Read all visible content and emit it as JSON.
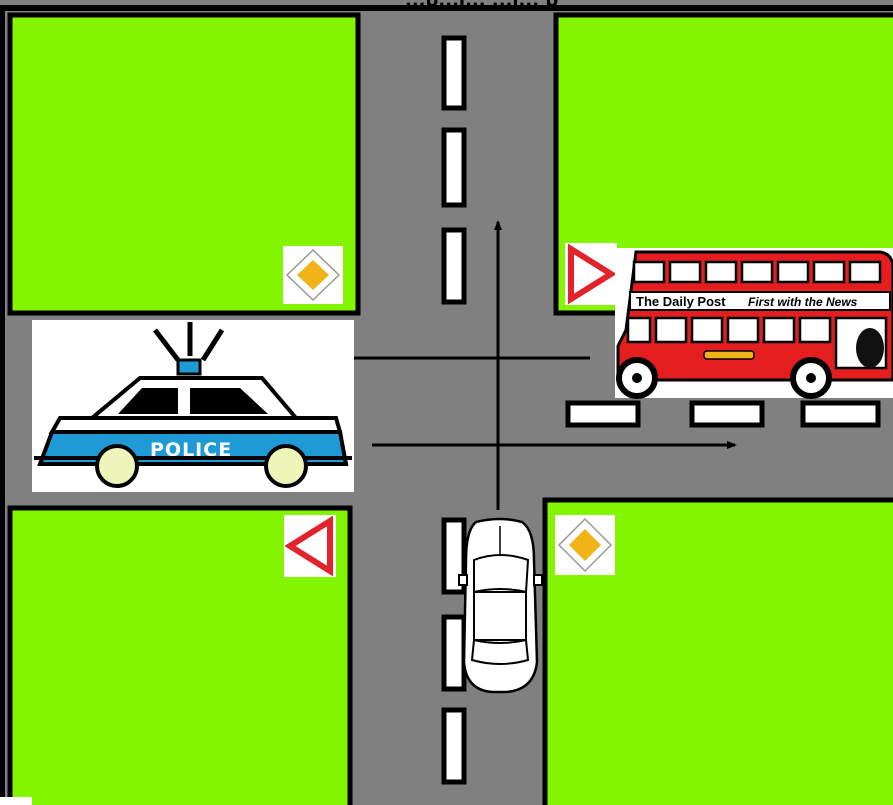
{
  "header": {
    "cropped_caption": "...p...j... ...j... p"
  },
  "vehicles": {
    "police_car": {
      "label": "POLICE",
      "direction": "west"
    },
    "bus": {
      "title": "The Daily Post",
      "slogan": "First with the News",
      "direction": "west"
    },
    "white_car": {
      "direction": "north"
    }
  },
  "signs": {
    "priority_road_top_left": "priority-road",
    "yield_top_right": "yield",
    "yield_bottom_left": "yield",
    "priority_road_bottom_right": "priority-road"
  },
  "colors": {
    "grass": "#84f500",
    "road": "#808080",
    "outline": "#000000",
    "lane_mark": "#ffffff",
    "sign_red": "#e3232c",
    "sign_yellow": "#f0b418",
    "police_blue": "#1e9bd7",
    "bus_red": "#e41e1e"
  }
}
